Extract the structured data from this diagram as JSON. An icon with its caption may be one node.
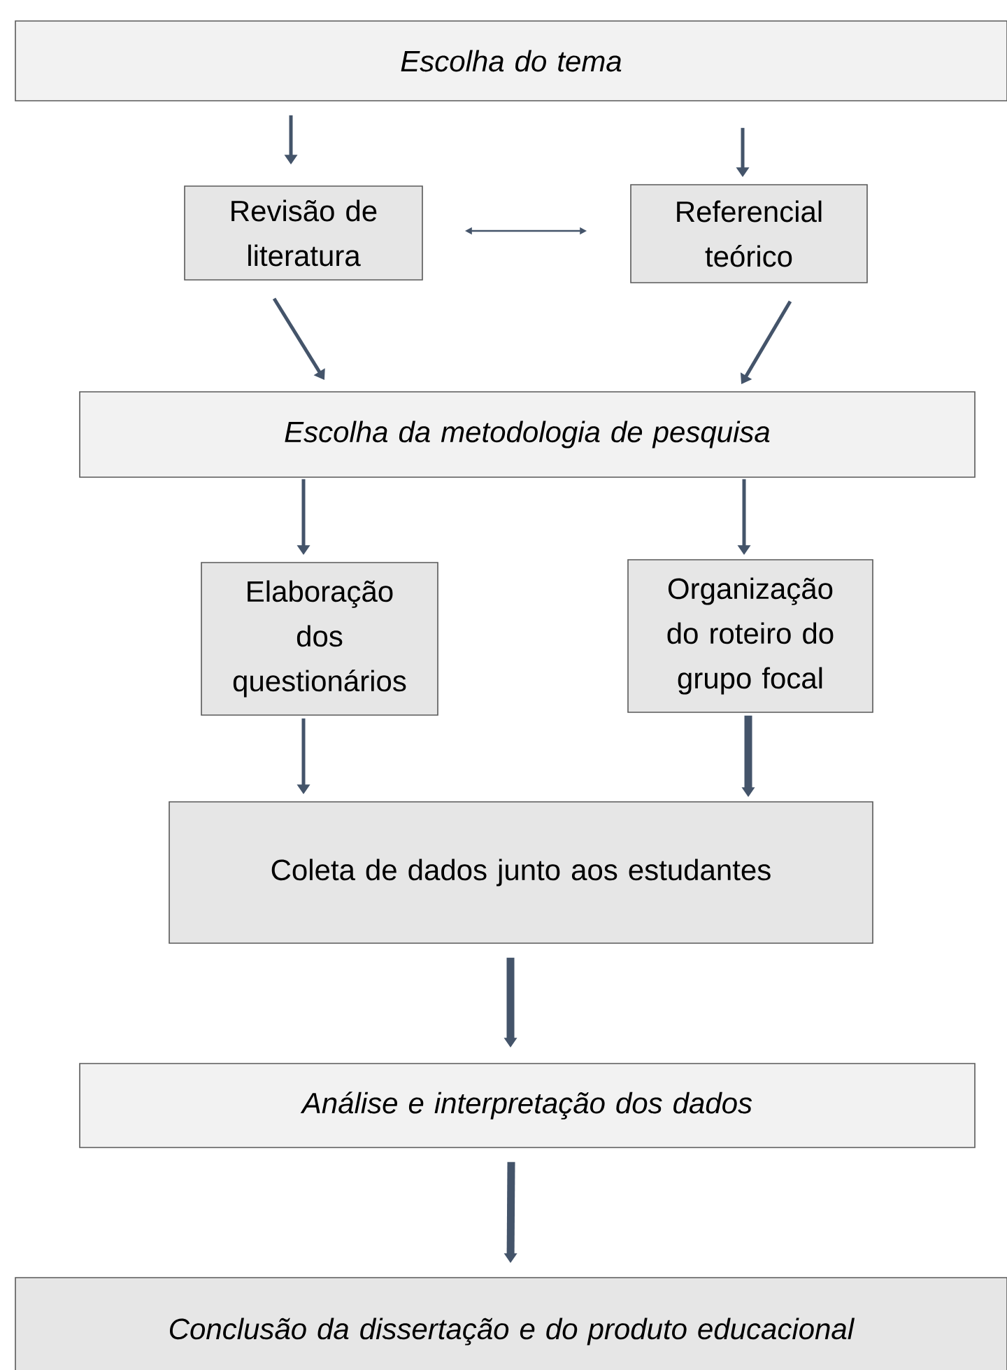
{
  "diagram": {
    "nodes": [
      {
        "text": [
          "Escolha do tema"
        ]
      },
      {
        "text": [
          "Revisão de literatura"
        ]
      },
      {
        "text": [
          "Referencial teórico"
        ]
      },
      {
        "text": [
          "Escolha da metodologia de pesquisa"
        ]
      },
      {
        "text": [
          "Elaboração dos questionários"
        ]
      },
      {
        "text": [
          "Organização do roteiro do grupo focal"
        ]
      },
      {
        "text": [
          "Coleta de dados junto aos estudantes"
        ]
      },
      {
        "text": [
          "Análise e interpretação dos dados"
        ]
      },
      {
        "text": [
          "Conclusão da dissertação e do produto educacional"
        ]
      }
    ],
    "edges": [
      {
        "from": 0,
        "to": 1,
        "arrow": "to"
      },
      {
        "from": 0,
        "to": 2,
        "arrow": "to"
      },
      {
        "from": 1,
        "to": 2,
        "arrow": "both"
      },
      {
        "from": 1,
        "to": 3,
        "arrow": "to"
      },
      {
        "from": 2,
        "to": 3,
        "arrow": "to"
      },
      {
        "from": 3,
        "to": 4,
        "arrow": "to"
      },
      {
        "from": 3,
        "to": 5,
        "arrow": "to"
      },
      {
        "from": 4,
        "to": 6,
        "arrow": "to"
      },
      {
        "from": 5,
        "to": 6,
        "arrow": "to",
        "style": "thick"
      },
      {
        "from": 6,
        "to": 7,
        "arrow": "to",
        "style": "thick"
      },
      {
        "from": 7,
        "to": 8,
        "arrow": "to",
        "style": "thick"
      }
    ]
  }
}
